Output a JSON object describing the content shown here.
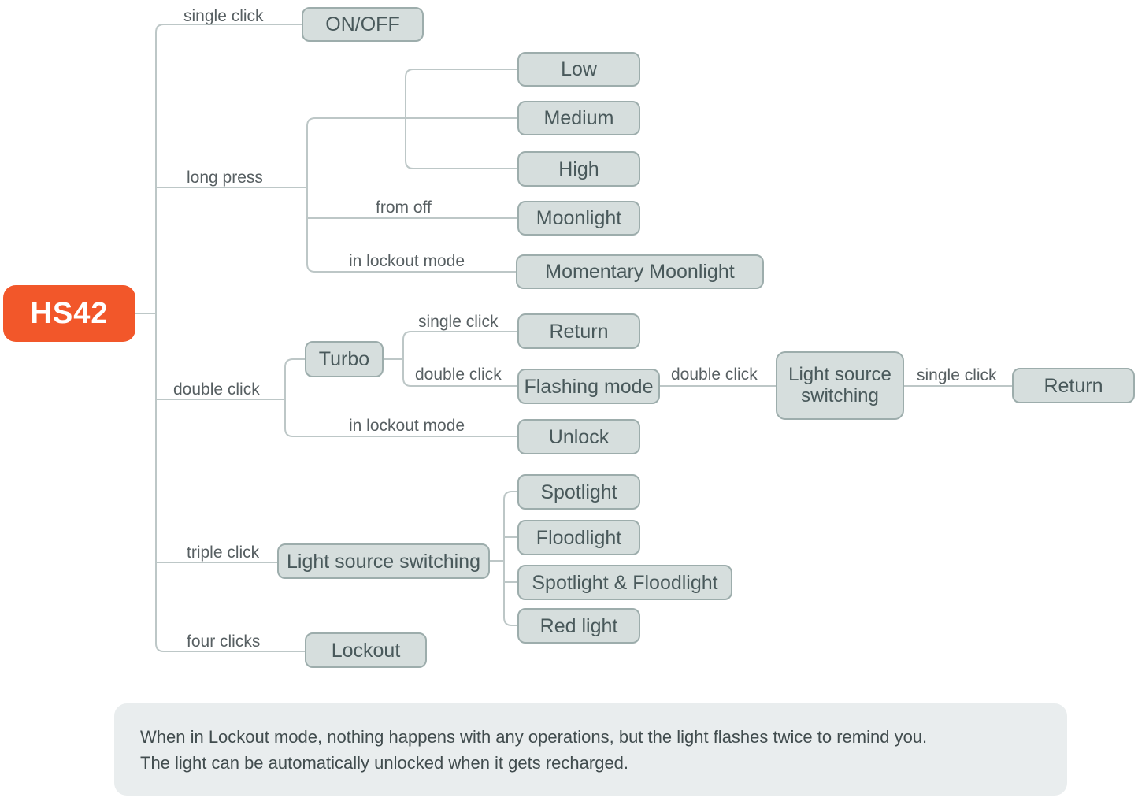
{
  "diagram": {
    "root": {
      "label": "HS42"
    },
    "nodes": {
      "onoff": {
        "label": "ON/OFF"
      },
      "low": {
        "label": "Low"
      },
      "medium": {
        "label": "Medium"
      },
      "high": {
        "label": "High"
      },
      "moonlight": {
        "label": "Moonlight"
      },
      "momentary_moonlight": {
        "label": "Momentary Moonlight"
      },
      "turbo": {
        "label": "Turbo"
      },
      "return_from_turbo": {
        "label": "Return"
      },
      "flashing_mode": {
        "label": "Flashing mode"
      },
      "light_source_switching_right": {
        "label": "Light source switching"
      },
      "return_from_switching": {
        "label": "Return"
      },
      "unlock": {
        "label": "Unlock"
      },
      "light_source_switching_left": {
        "label": "Light source switching"
      },
      "spotlight": {
        "label": "Spotlight"
      },
      "floodlight": {
        "label": "Floodlight"
      },
      "spotlight_floodlight": {
        "label": "Spotlight & Floodlight"
      },
      "red_light": {
        "label": "Red light"
      },
      "lockout": {
        "label": "Lockout"
      }
    },
    "edge_labels": {
      "single_click_root": {
        "text": "single click"
      },
      "long_press": {
        "text": "long press"
      },
      "from_off": {
        "text": "from off"
      },
      "in_lockout_mode_longpress": {
        "text": "in lockout mode"
      },
      "double_click_root": {
        "text": "double click"
      },
      "single_click_turbo": {
        "text": "single click"
      },
      "double_click_turbo": {
        "text": "double click"
      },
      "double_click_flashing": {
        "text": "double click"
      },
      "single_click_switching": {
        "text": "single click"
      },
      "in_lockout_mode_doubleclick": {
        "text": "in lockout mode"
      },
      "triple_click": {
        "text": "triple click"
      },
      "four_clicks": {
        "text": "four clicks"
      }
    },
    "note": {
      "line1": "When in Lockout mode, nothing happens with any operations, but the light flashes twice to remind you.",
      "line2": "The light can be automatically unlocked when it gets recharged."
    },
    "colors": {
      "root_fill": "#f2572a",
      "root_text": "#ffffff",
      "node_fill": "#d6dedd",
      "node_border": "#9dadac",
      "node_text": "#49595b",
      "edge_line": "#bdc7c7",
      "edge_label_text": "#575f62",
      "note_fill": "#e9edee",
      "note_text": "#414c4e"
    }
  }
}
